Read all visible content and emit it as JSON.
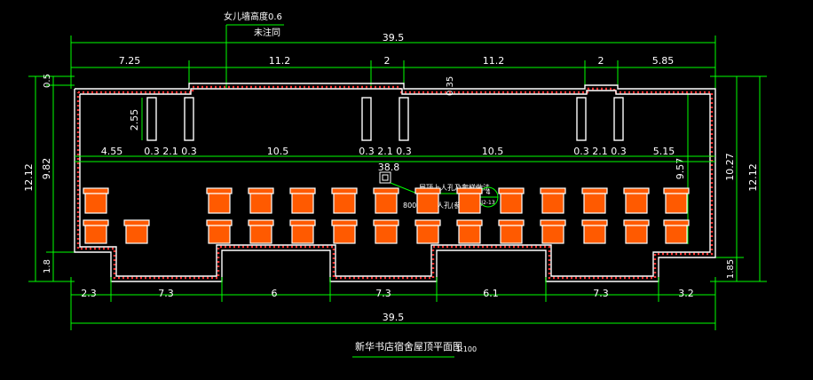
{
  "note": {
    "line1": "女儿墙高度0.6",
    "line2": "未注同"
  },
  "overall_top": "39.5",
  "overall_bottom": "39.5",
  "top_segments": [
    "7.25",
    "11.2",
    "2",
    "11.2",
    "2",
    "5.85"
  ],
  "bottom_segments": [
    "2.3",
    "7.3",
    "6",
    "7.3",
    "6.1",
    "7.3",
    "3.2"
  ],
  "inner_segments": [
    "4.55",
    "0.3",
    "2.1",
    "0.3",
    "10.5",
    "0.3",
    "2.1",
    "0.3",
    "10.5",
    "0.3",
    "2.1",
    "0.3",
    "5.15"
  ],
  "left_dims": {
    "outer": "12.12",
    "inner": "9.82",
    "top": "0.5",
    "bottom": "1.8",
    "notch": "2.55"
  },
  "right_dims": {
    "outer": "12.12",
    "inner": "10.27",
    "mid": "9.57",
    "bottom": "1.85"
  },
  "top_small": "0.35",
  "center_mark": "38.8",
  "center_labels": {
    "a": "屋顶上人孔及爬梯做法",
    "b": "800",
    "c": "人孔(参",
    "circle": "4",
    "circle_sub": "J2-13"
  },
  "title": "新华书店宿舍屋顶平面图",
  "scale": "1:100"
}
